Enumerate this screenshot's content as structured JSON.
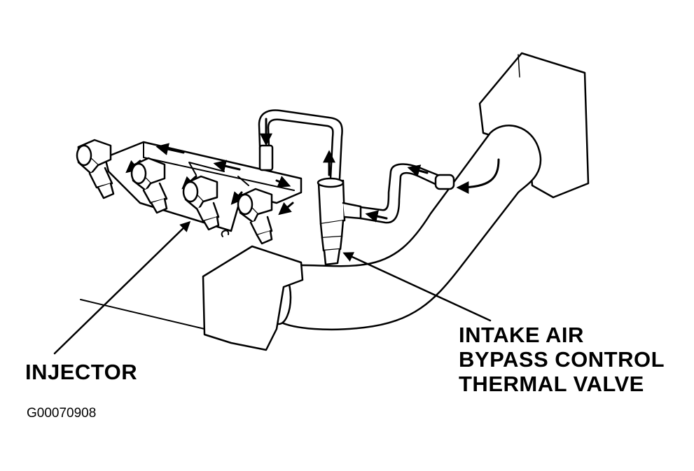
{
  "labels": {
    "injector": "INJECTOR",
    "valve_line1": "INTAKE AIR",
    "valve_line2": "BYPASS CONTROL",
    "valve_line3": "THERMAL VALVE",
    "figure_id": "G00070908"
  },
  "colors": {
    "ink": "#000000",
    "paper": "#ffffff"
  }
}
